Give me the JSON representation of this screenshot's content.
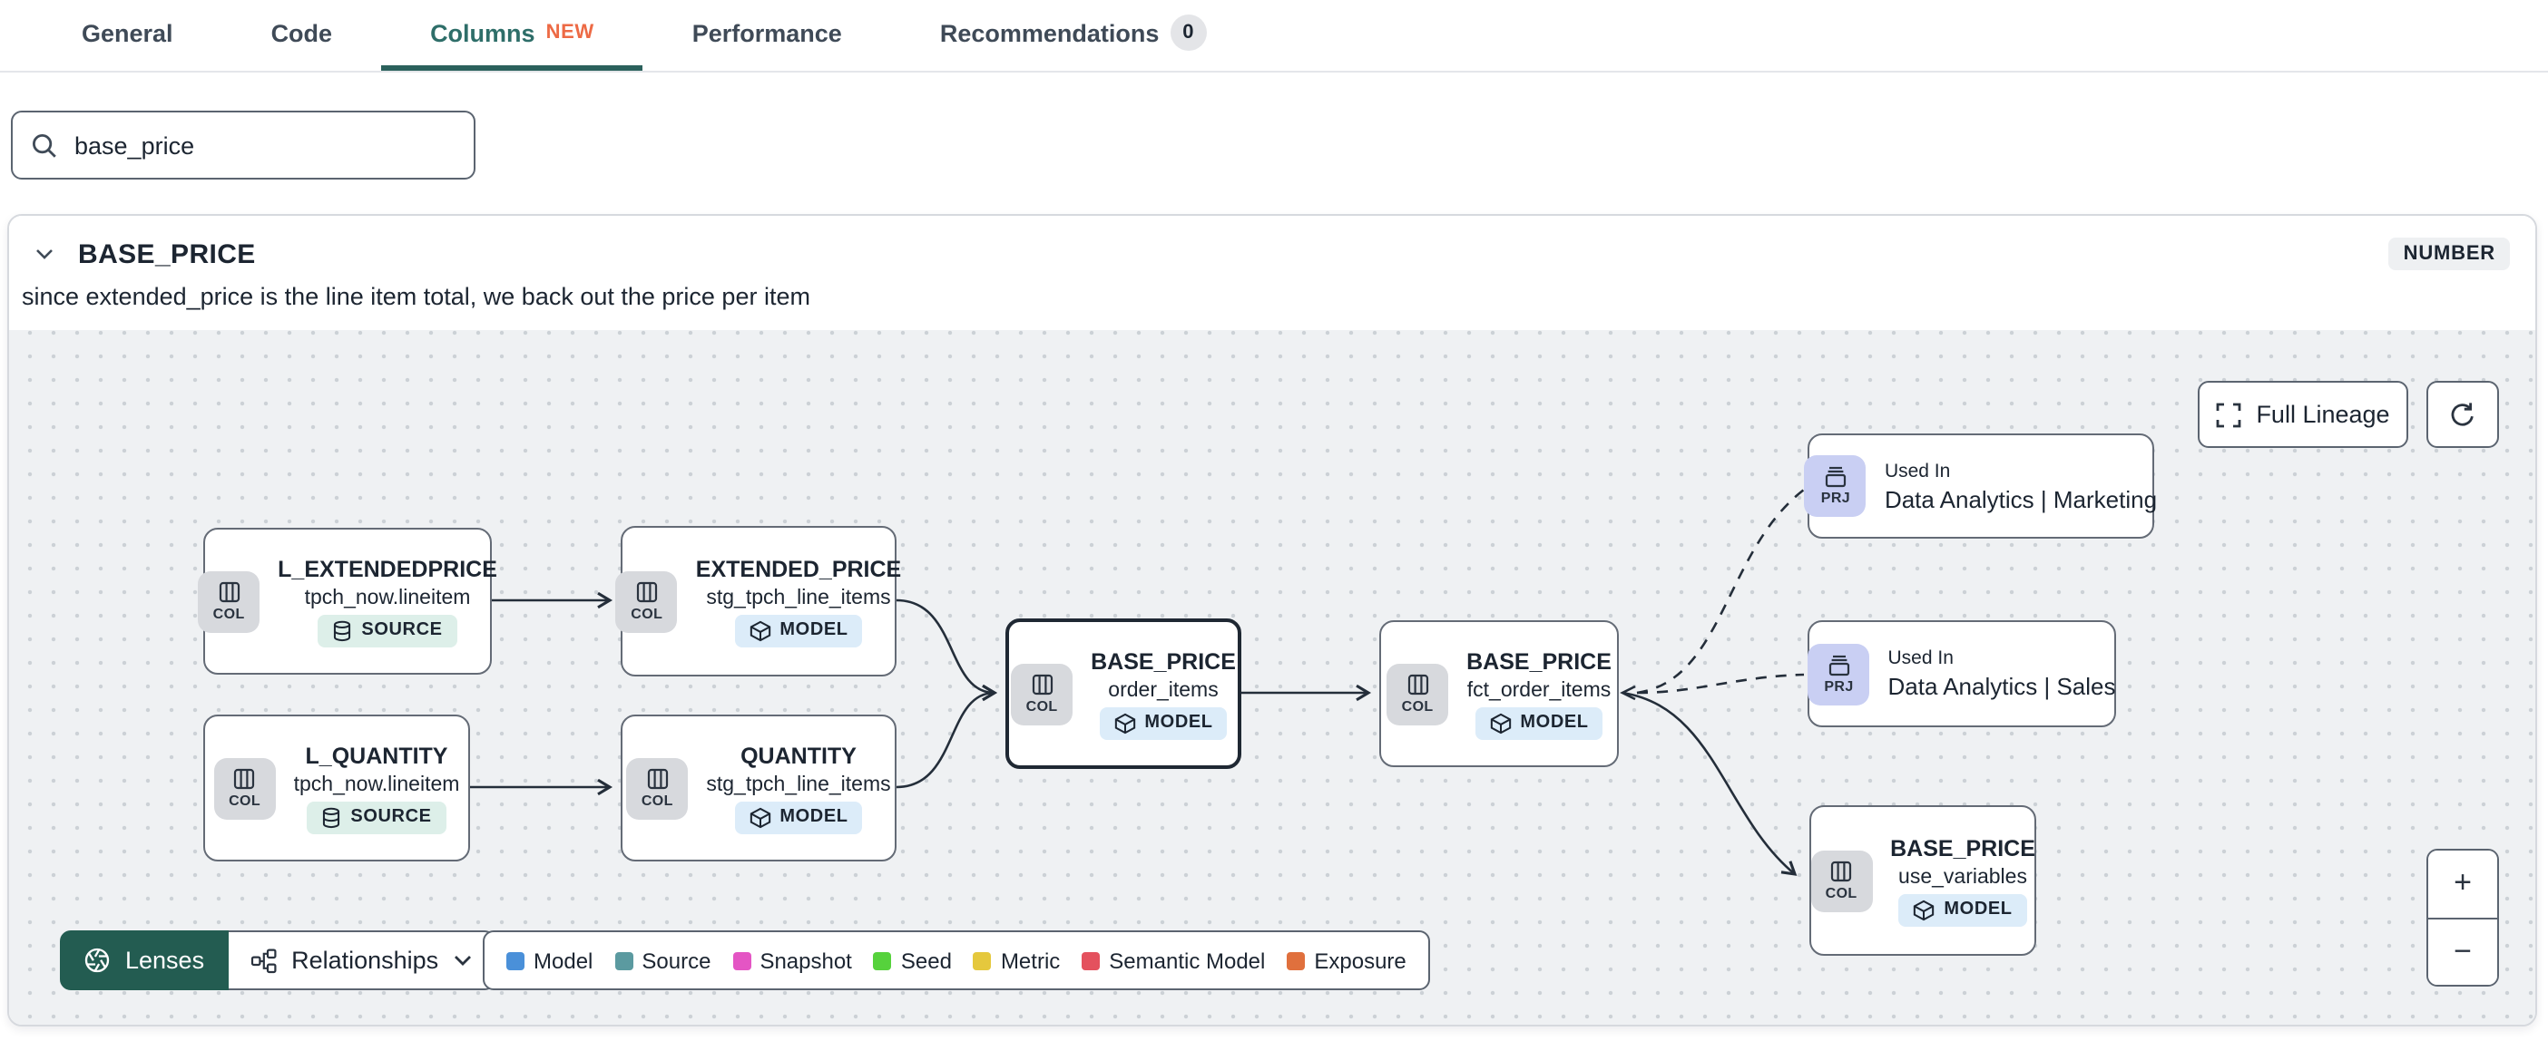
{
  "tabs": {
    "items": [
      {
        "label": "General"
      },
      {
        "label": "Code"
      },
      {
        "label": "Columns",
        "badge": "NEW"
      },
      {
        "label": "Performance"
      },
      {
        "label": "Recommendations",
        "count": "0"
      }
    ]
  },
  "search": {
    "value": "base_price"
  },
  "column_panel": {
    "name": "BASE_PRICE",
    "type_badge": "NUMBER",
    "description": "since extended_price is the line item total, we back out the price per item"
  },
  "lineage": {
    "controls": {
      "full_lineage_label": "Full Lineage",
      "zoom_in": "+",
      "zoom_out": "−"
    },
    "toolbar": {
      "lenses_label": "Lenses",
      "relationships_label": "Relationships"
    },
    "legend": {
      "items": [
        {
          "label": "Model",
          "color": "#4a90d9"
        },
        {
          "label": "Source",
          "color": "#5b9aa0"
        },
        {
          "label": "Snapshot",
          "color": "#e455c4"
        },
        {
          "label": "Seed",
          "color": "#56d23c"
        },
        {
          "label": "Metric",
          "color": "#e5c83d"
        },
        {
          "label": "Semantic Model",
          "color": "#e4515e"
        },
        {
          "label": "Exposure",
          "color": "#e0703d"
        }
      ]
    },
    "nodes": [
      {
        "chip": "COL",
        "title": "L_EXTENDEDPRICE",
        "subtitle": "tpch_now.lineitem",
        "badge": "SOURCE"
      },
      {
        "chip": "COL",
        "title": "EXTENDED_PRICE",
        "subtitle": "stg_tpch_line_items",
        "badge": "MODEL"
      },
      {
        "chip": "COL",
        "title": "L_QUANTITY",
        "subtitle": "tpch_now.lineitem",
        "badge": "SOURCE"
      },
      {
        "chip": "COL",
        "title": "QUANTITY",
        "subtitle": "stg_tpch_line_items",
        "badge": "MODEL"
      },
      {
        "chip": "COL",
        "title": "BASE_PRICE",
        "subtitle": "order_items",
        "badge": "MODEL"
      },
      {
        "chip": "COL",
        "title": "BASE_PRICE",
        "subtitle": "fct_order_items",
        "badge": "MODEL"
      },
      {
        "chip": "PRJ",
        "label": "Used In",
        "title": "Data Analytics | Marketing"
      },
      {
        "chip": "PRJ",
        "label": "Used In",
        "title": "Data Analytics | Sales"
      },
      {
        "chip": "COL",
        "title": "BASE_PRICE",
        "subtitle": "use_variables",
        "badge": "MODEL"
      }
    ]
  }
}
